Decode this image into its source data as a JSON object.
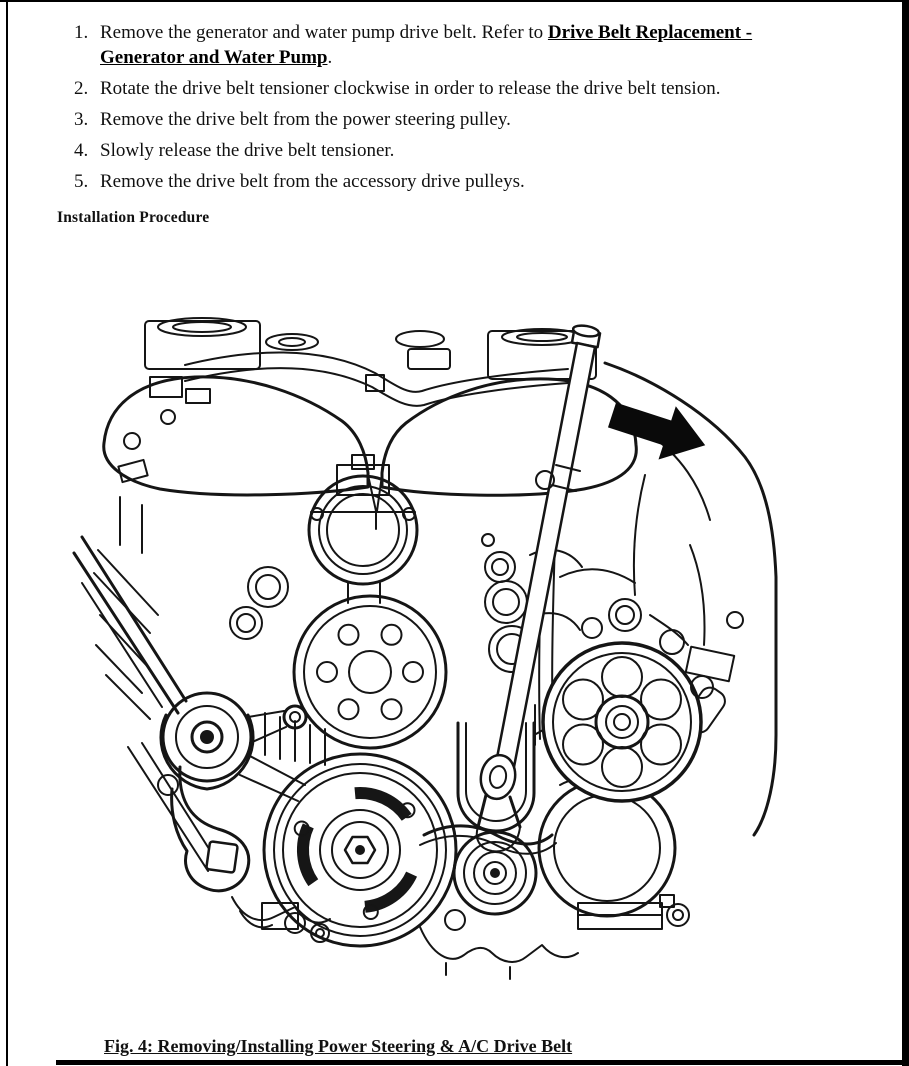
{
  "page": {
    "bg_color": "#ffffff",
    "frame_color": "#000000"
  },
  "procedure": {
    "steps": [
      {
        "number": "1.",
        "text": "Remove the generator and water pump drive belt. Refer to ",
        "link": "Drive Belt Replacement - Generator and Water Pump",
        "suffix": "."
      },
      {
        "number": "2.",
        "text": "Rotate the drive belt tensioner clockwise in order to release the drive belt tension.",
        "link": "",
        "suffix": ""
      },
      {
        "number": "3.",
        "text": "Remove the drive belt from the power steering pulley.",
        "link": "",
        "suffix": ""
      },
      {
        "number": "4.",
        "text": "Slowly release the drive belt tensioner.",
        "link": "",
        "suffix": ""
      },
      {
        "number": "5.",
        "text": "Remove the drive belt from the accessory drive pulleys.",
        "link": "",
        "suffix": ""
      }
    ],
    "section_heading": "Installation Procedure"
  },
  "figure": {
    "caption": "Fig. 4: Removing/Installing Power Steering & A/C Drive Belt",
    "image_name": "engine-front-drive-belt-line-drawing",
    "line_color": "#151515",
    "arrow_color": "#0a0a0a"
  }
}
